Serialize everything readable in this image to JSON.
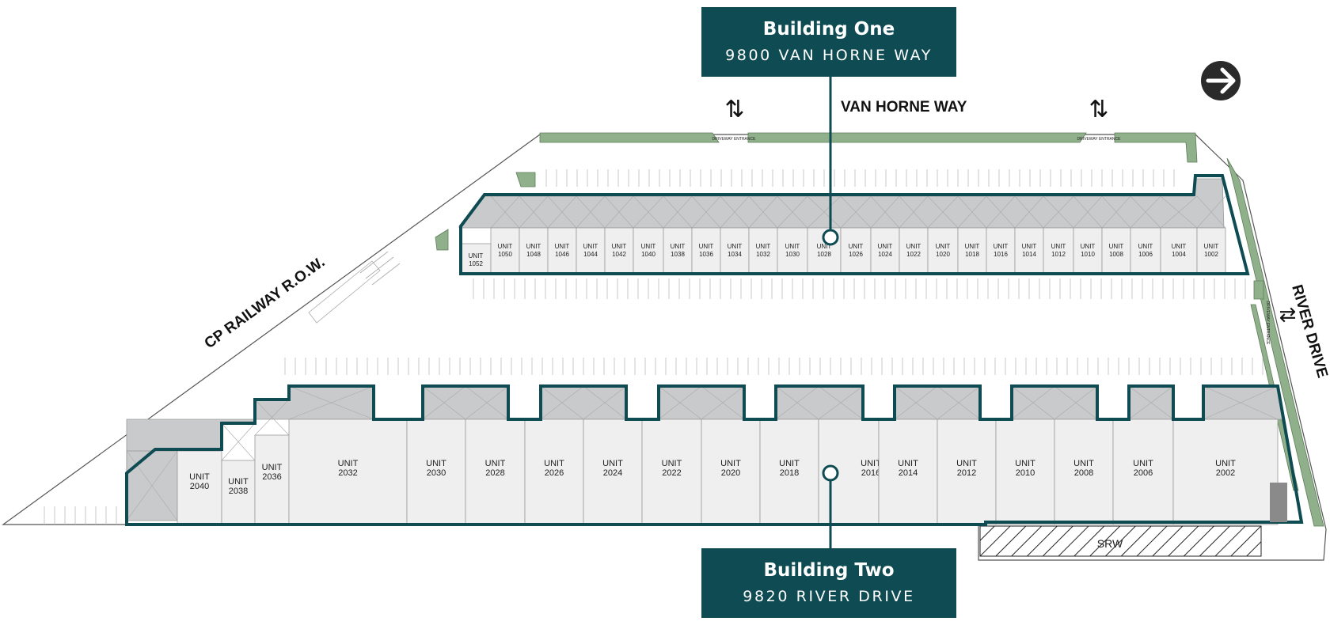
{
  "building_one": {
    "name": "Building One",
    "address": "9800 VAN HORNE WAY"
  },
  "building_two": {
    "name": "Building Two",
    "address": "9820 RIVER DRIVE"
  },
  "streets": {
    "van_horne": "VAN HORNE WAY",
    "river": "RIVER DRIVE",
    "railway": "CP RAILWAY R.O.W."
  },
  "entrance_label": "DRIVEWAY ENTRANCE",
  "srw_label": "SRW",
  "unit_prefix": "UNIT",
  "building_one_units": [
    "1052",
    "1050",
    "1048",
    "1046",
    "1044",
    "1042",
    "1040",
    "1038",
    "1036",
    "1034",
    "1032",
    "1030",
    "1028",
    "1026",
    "1024",
    "1022",
    "1020",
    "1018",
    "1016",
    "1014",
    "1012",
    "1010",
    "1008",
    "1006",
    "1004",
    "1002"
  ],
  "building_two_units": [
    "2040",
    "2038",
    "2036",
    "2032",
    "2030",
    "2028",
    "2026",
    "2024",
    "2022",
    "2020",
    "2018",
    "2016",
    "2014",
    "2012",
    "2010",
    "2008",
    "2006",
    "2002"
  ],
  "north_arrow_icon": "right-arrow-circle-icon",
  "colors": {
    "brand_teal": "#0e4b52",
    "landscape_green": "#8fb08a",
    "loading_gray": "#c9cacb",
    "unit_fill": "#efeff0"
  }
}
